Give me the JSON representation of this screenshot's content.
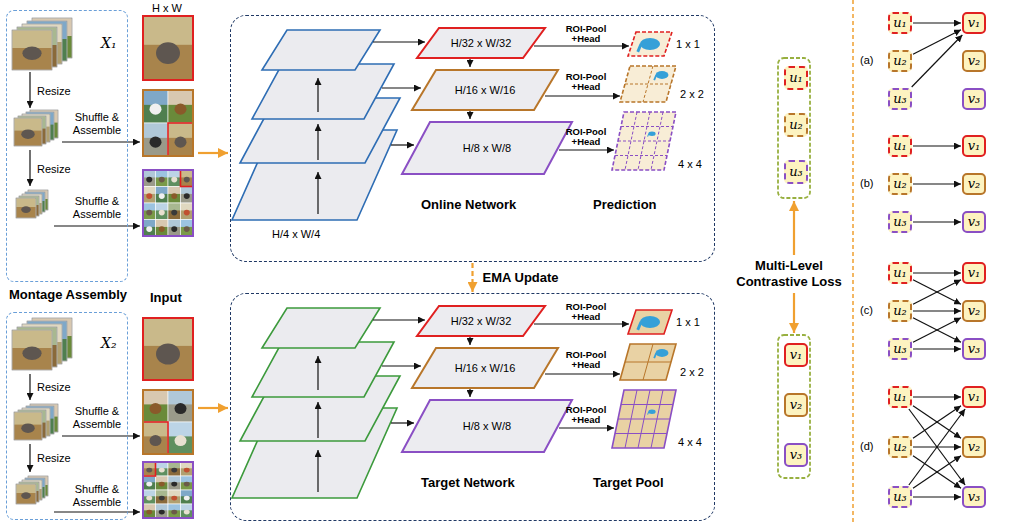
{
  "diagram": {
    "nodes": [
      {
        "text": [
          "X₁",
          "Resize",
          "Shuffle & Assemble",
          "Resize",
          "Shuffle & Assemble",
          "Montage Assembly"
        ]
      },
      {
        "text": [
          "Online Network",
          "Prediction"
        ]
      },
      {
        "text": [
          "H/32 x W/32"
        ],
        "in": 1
      },
      {
        "text": [
          "H/16 x W/16"
        ],
        "in": 1
      },
      {
        "text": [
          "H/8 x W/8"
        ],
        "in": 1
      },
      {
        "text": [
          "u₁"
        ]
      },
      {
        "text": [
          "u₂"
        ]
      },
      {
        "text": [
          "u₃"
        ]
      },
      {
        "text": [
          "X₂",
          "Resize",
          "Shuffle & Assemble",
          "Resize",
          "Shuffle & Assemble"
        ]
      },
      {
        "text": [
          "Target Network",
          "Target Pool"
        ]
      },
      {
        "text": [
          "H/32 x W/32"
        ],
        "in": 9
      },
      {
        "text": [
          "H/16 x W/16"
        ],
        "in": 9
      },
      {
        "text": [
          "H/8 x W/8"
        ],
        "in": 9
      },
      {
        "text": [
          "v₁"
        ]
      },
      {
        "text": [
          "v₂"
        ]
      },
      {
        "text": [
          "v₃"
        ]
      },
      {
        "text": [
          "u₁"
        ]
      },
      {
        "text": [
          "u₂"
        ]
      },
      {
        "text": [
          "u₃"
        ]
      },
      {
        "text": [
          "v₁"
        ]
      },
      {
        "text": [
          "v₂"
        ]
      },
      {
        "text": [
          "v₃"
        ]
      },
      {
        "text": [
          "u₁"
        ]
      },
      {
        "text": [
          "u₂"
        ]
      },
      {
        "text": [
          "u₃"
        ]
      },
      {
        "text": [
          "v₁"
        ]
      },
      {
        "text": [
          "v₂"
        ]
      },
      {
        "text": [
          "v₃"
        ]
      },
      {
        "text": [
          "u₁"
        ]
      },
      {
        "text": [
          "u₂"
        ]
      },
      {
        "text": [
          "u₃"
        ]
      },
      {
        "text": [
          "v₁"
        ]
      },
      {
        "text": [
          "v₂"
        ]
      },
      {
        "text": [
          "v₃"
        ]
      },
      {
        "text": [
          "u₁"
        ]
      },
      {
        "text": [
          "u₂"
        ]
      },
      {
        "text": [
          "u₃"
        ]
      },
      {
        "text": [
          "v₁"
        ]
      },
      {
        "text": [
          "v₂"
        ]
      },
      {
        "text": [
          "v₃"
        ]
      }
    ],
    "edges": [
      {
        "from": 1,
        "to": 9,
        "arrow": "to",
        "label": "EMA Update"
      },
      {
        "from": 16,
        "to": 19,
        "arrow": "to"
      },
      {
        "from": 17,
        "to": 19,
        "arrow": "to"
      },
      {
        "from": 18,
        "to": 19,
        "arrow": "to"
      },
      {
        "from": 22,
        "to": 25,
        "arrow": "to"
      },
      {
        "from": 23,
        "to": 26,
        "arrow": "to"
      },
      {
        "from": 24,
        "to": 27,
        "arrow": "to"
      },
      {
        "from": 28,
        "to": 31,
        "arrow": "to"
      },
      {
        "from": 28,
        "to": 32,
        "arrow": "to"
      },
      {
        "from": 29,
        "to": 31,
        "arrow": "to"
      },
      {
        "from": 29,
        "to": 32,
        "arrow": "to"
      },
      {
        "from": 29,
        "to": 33,
        "arrow": "to"
      },
      {
        "from": 30,
        "to": 32,
        "arrow": "to"
      },
      {
        "from": 30,
        "to": 33,
        "arrow": "to"
      },
      {
        "from": 34,
        "to": 37,
        "arrow": "to"
      },
      {
        "from": 34,
        "to": 38,
        "arrow": "to"
      },
      {
        "from": 34,
        "to": 39,
        "arrow": "to"
      },
      {
        "from": 35,
        "to": 37,
        "arrow": "to"
      },
      {
        "from": 35,
        "to": 38,
        "arrow": "to"
      },
      {
        "from": 35,
        "to": 39,
        "arrow": "to"
      },
      {
        "from": 36,
        "to": 37,
        "arrow": "to"
      },
      {
        "from": 36,
        "to": 38,
        "arrow": "to"
      },
      {
        "from": 36,
        "to": 39,
        "arrow": "to"
      }
    ],
    "labels": [
      "Input",
      "H x W",
      "H/4 x W/4",
      "ROI-Pool +Head",
      "1 x 1",
      "ROI-Pool +Head",
      "2 x 2",
      "ROI-Pool +Head",
      "4 x 4",
      "Multi-Level Contrastive Loss",
      "ROI-Pool +Head",
      "1 x 1",
      "ROI-Pool +Head",
      "2 x 2",
      "ROI-Pool +Head",
      "4 x 4",
      "(a)",
      "(b)",
      "(c)",
      "(d)"
    ]
  }
}
